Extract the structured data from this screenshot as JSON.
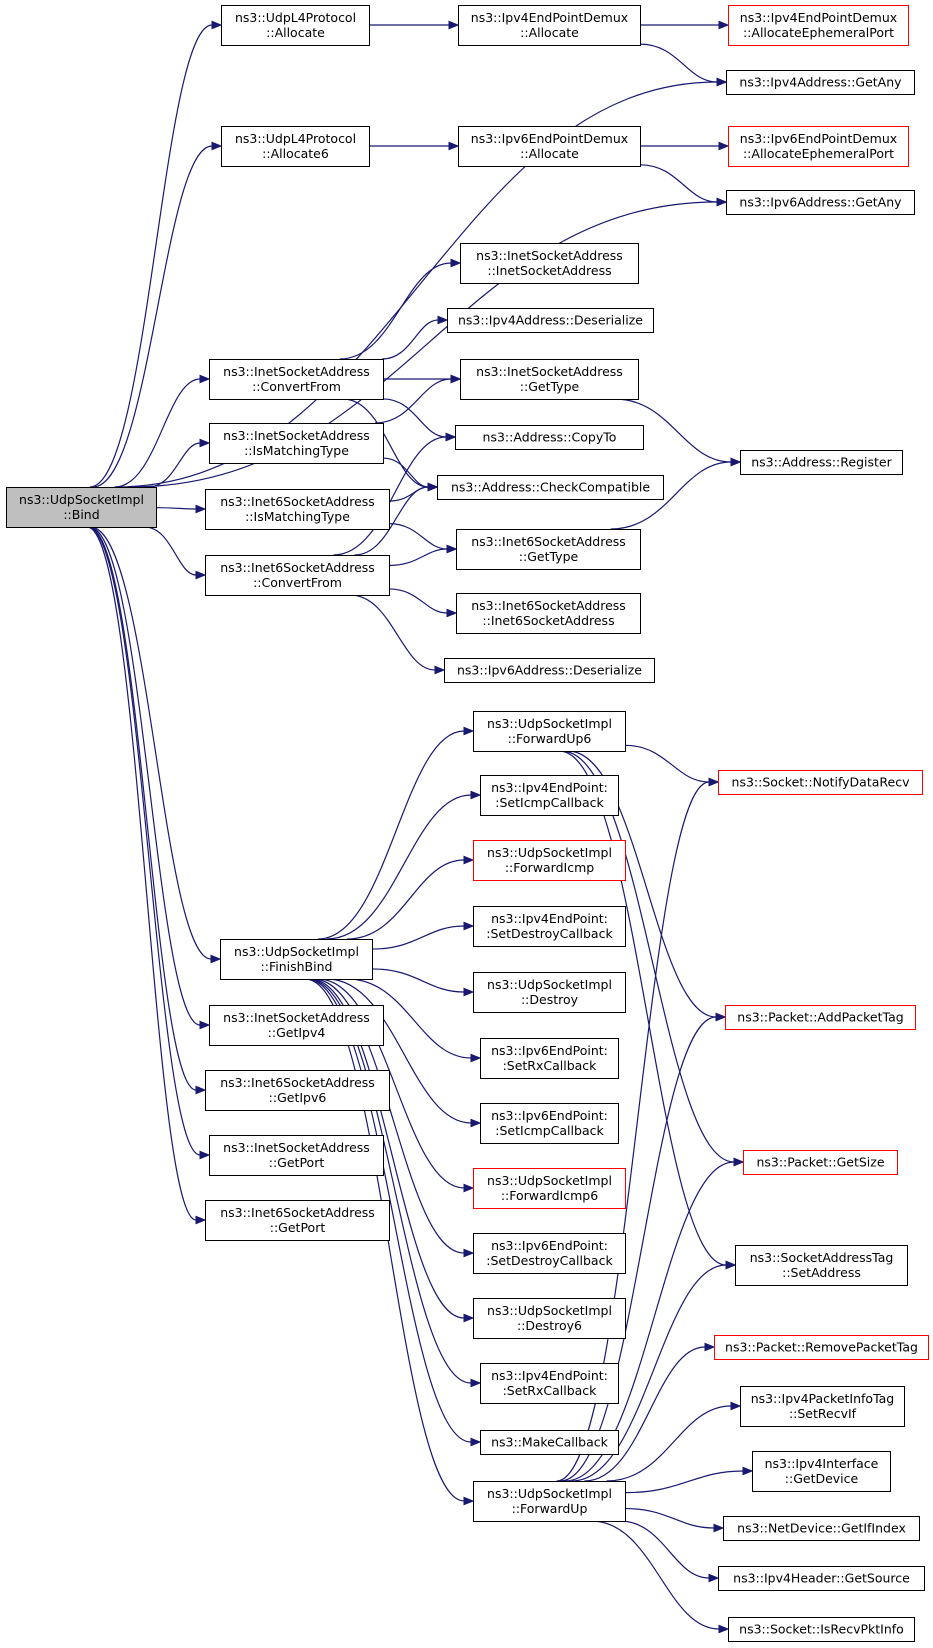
{
  "graph": {
    "colors": {
      "edge": "#191970",
      "node_border": "#000000",
      "incomplete_border": "#ff0000",
      "root_fill": "#bfbfbf"
    },
    "nodes": [
      {
        "id": "bind",
        "lines": [
          "ns3::UdpSocketImpl",
          "::Bind"
        ],
        "root": true
      },
      {
        "id": "udpAlloc",
        "lines": [
          "ns3::UdpL4Protocol",
          "::Allocate"
        ]
      },
      {
        "id": "udpAlloc6",
        "lines": [
          "ns3::UdpL4Protocol",
          "::Allocate6"
        ]
      },
      {
        "id": "ipv4Demux",
        "lines": [
          "ns3::Ipv4EndPointDemux",
          "::Allocate"
        ]
      },
      {
        "id": "ipv6Demux",
        "lines": [
          "ns3::Ipv6EndPointDemux",
          "::Allocate"
        ]
      },
      {
        "id": "ipv4Eph",
        "lines": [
          "ns3::Ipv4EndPointDemux",
          "::AllocateEphemeralPort"
        ],
        "red": true
      },
      {
        "id": "ipv6Eph",
        "lines": [
          "ns3::Ipv6EndPointDemux",
          "::AllocateEphemeralPort"
        ],
        "red": true
      },
      {
        "id": "ipv4Any",
        "lines": [
          "ns3::Ipv4Address::GetAny"
        ]
      },
      {
        "id": "ipv6Any",
        "lines": [
          "ns3::Ipv6Address::GetAny"
        ]
      },
      {
        "id": "inetCtor",
        "lines": [
          "ns3::InetSocketAddress",
          "::InetSocketAddress"
        ]
      },
      {
        "id": "ipv4Deser",
        "lines": [
          "ns3::Ipv4Address::Deserialize"
        ]
      },
      {
        "id": "inetConv",
        "lines": [
          "ns3::InetSocketAddress",
          "::ConvertFrom"
        ]
      },
      {
        "id": "inetGetType",
        "lines": [
          "ns3::InetSocketAddress",
          "::GetType"
        ]
      },
      {
        "id": "inetMatch",
        "lines": [
          "ns3::InetSocketAddress",
          "::IsMatchingType"
        ]
      },
      {
        "id": "copyTo",
        "lines": [
          "ns3::Address::CopyTo"
        ]
      },
      {
        "id": "addrReg",
        "lines": [
          "ns3::Address::Register"
        ]
      },
      {
        "id": "inet6Match",
        "lines": [
          "ns3::Inet6SocketAddress",
          "::IsMatchingType"
        ]
      },
      {
        "id": "checkCompat",
        "lines": [
          "ns3::Address::CheckCompatible"
        ]
      },
      {
        "id": "inet6Conv",
        "lines": [
          "ns3::Inet6SocketAddress",
          "::ConvertFrom"
        ]
      },
      {
        "id": "inet6GetType",
        "lines": [
          "ns3::Inet6SocketAddress",
          "::GetType"
        ]
      },
      {
        "id": "inet6Ctor",
        "lines": [
          "ns3::Inet6SocketAddress",
          "::Inet6SocketAddress"
        ]
      },
      {
        "id": "ipv6Deser",
        "lines": [
          "ns3::Ipv6Address::Deserialize"
        ]
      },
      {
        "id": "fwdUp6",
        "lines": [
          "ns3::UdpSocketImpl",
          "::ForwardUp6"
        ]
      },
      {
        "id": "notify",
        "lines": [
          "ns3::Socket::NotifyDataRecv"
        ],
        "red": true
      },
      {
        "id": "ipv4EpIcmp",
        "lines": [
          "ns3::Ipv4EndPoint:",
          ":SetIcmpCallback"
        ]
      },
      {
        "id": "fwdIcmp",
        "lines": [
          "ns3::UdpSocketImpl",
          "::ForwardIcmp"
        ],
        "red": true
      },
      {
        "id": "ipv4EpDestroy",
        "lines": [
          "ns3::Ipv4EndPoint:",
          ":SetDestroyCallback"
        ]
      },
      {
        "id": "finishBind",
        "lines": [
          "ns3::UdpSocketImpl",
          "::FinishBind"
        ]
      },
      {
        "id": "destroy",
        "lines": [
          "ns3::UdpSocketImpl",
          "::Destroy"
        ]
      },
      {
        "id": "addTag",
        "lines": [
          "ns3::Packet::AddPacketTag"
        ],
        "red": true
      },
      {
        "id": "getIpv4",
        "lines": [
          "ns3::InetSocketAddress",
          "::GetIpv4"
        ]
      },
      {
        "id": "ipv6EpRx",
        "lines": [
          "ns3::Ipv6EndPoint:",
          ":SetRxCallback"
        ]
      },
      {
        "id": "getIpv6",
        "lines": [
          "ns3::Inet6SocketAddress",
          "::GetIpv6"
        ]
      },
      {
        "id": "ipv6EpIcmp",
        "lines": [
          "ns3::Ipv6EndPoint:",
          ":SetIcmpCallback"
        ]
      },
      {
        "id": "getPort",
        "lines": [
          "ns3::InetSocketAddress",
          "::GetPort"
        ]
      },
      {
        "id": "getSize",
        "lines": [
          "ns3::Packet::GetSize"
        ],
        "red": true
      },
      {
        "id": "fwdIcmp6",
        "lines": [
          "ns3::UdpSocketImpl",
          "::ForwardIcmp6"
        ],
        "red": true
      },
      {
        "id": "get6Port",
        "lines": [
          "ns3::Inet6SocketAddress",
          "::GetPort"
        ]
      },
      {
        "id": "ipv6EpDestroy",
        "lines": [
          "ns3::Ipv6EndPoint:",
          ":SetDestroyCallback"
        ]
      },
      {
        "id": "sockAddrTag",
        "lines": [
          "ns3::SocketAddressTag",
          "::SetAddress"
        ]
      },
      {
        "id": "destroy6",
        "lines": [
          "ns3::UdpSocketImpl",
          "::Destroy6"
        ]
      },
      {
        "id": "removeTag",
        "lines": [
          "ns3::Packet::RemovePacketTag"
        ],
        "red": true
      },
      {
        "id": "ipv4EpRx",
        "lines": [
          "ns3::Ipv4EndPoint:",
          ":SetRxCallback"
        ]
      },
      {
        "id": "pktInfo",
        "lines": [
          "ns3::Ipv4PacketInfoTag",
          "::SetRecvIf"
        ]
      },
      {
        "id": "makeCb",
        "lines": [
          "ns3::MakeCallback"
        ]
      },
      {
        "id": "ipv4IfDev",
        "lines": [
          "ns3::Ipv4Interface",
          "::GetDevice"
        ]
      },
      {
        "id": "fwdUp",
        "lines": [
          "ns3::UdpSocketImpl",
          "::ForwardUp"
        ]
      },
      {
        "id": "ifIndex",
        "lines": [
          "ns3::NetDevice::GetIfIndex"
        ]
      },
      {
        "id": "getSource",
        "lines": [
          "ns3::Ipv4Header::GetSource"
        ]
      },
      {
        "id": "recvPkt",
        "lines": [
          "ns3::Socket::IsRecvPktInfo"
        ]
      }
    ],
    "edges": [
      [
        "bind",
        "udpAlloc"
      ],
      [
        "bind",
        "udpAlloc6"
      ],
      [
        "bind",
        "ipv4Any"
      ],
      [
        "bind",
        "ipv6Any"
      ],
      [
        "bind",
        "inetConv"
      ],
      [
        "bind",
        "inetMatch"
      ],
      [
        "bind",
        "inet6Match"
      ],
      [
        "bind",
        "inet6Conv"
      ],
      [
        "bind",
        "finishBind"
      ],
      [
        "bind",
        "getIpv4"
      ],
      [
        "bind",
        "getIpv6"
      ],
      [
        "bind",
        "getPort"
      ],
      [
        "bind",
        "get6Port"
      ],
      [
        "udpAlloc",
        "ipv4Demux"
      ],
      [
        "ipv4Demux",
        "ipv4Eph"
      ],
      [
        "ipv4Demux",
        "ipv4Any"
      ],
      [
        "udpAlloc6",
        "ipv6Demux"
      ],
      [
        "ipv6Demux",
        "ipv6Eph"
      ],
      [
        "ipv6Demux",
        "ipv6Any"
      ],
      [
        "inetConv",
        "inetCtor"
      ],
      [
        "inetConv",
        "ipv4Deser"
      ],
      [
        "inetConv",
        "inetGetType"
      ],
      [
        "inetConv",
        "copyTo"
      ],
      [
        "inetConv",
        "checkCompat"
      ],
      [
        "inetMatch",
        "inetGetType"
      ],
      [
        "inetMatch",
        "checkCompat"
      ],
      [
        "inetGetType",
        "addrReg"
      ],
      [
        "inet6Match",
        "checkCompat"
      ],
      [
        "inet6Match",
        "inet6GetType"
      ],
      [
        "inet6Conv",
        "copyTo"
      ],
      [
        "inet6Conv",
        "checkCompat"
      ],
      [
        "inet6Conv",
        "inet6GetType"
      ],
      [
        "inet6Conv",
        "inet6Ctor"
      ],
      [
        "inet6Conv",
        "ipv6Deser"
      ],
      [
        "inet6GetType",
        "addrReg"
      ],
      [
        "finishBind",
        "fwdUp6"
      ],
      [
        "finishBind",
        "ipv4EpIcmp"
      ],
      [
        "finishBind",
        "fwdIcmp"
      ],
      [
        "finishBind",
        "ipv4EpDestroy"
      ],
      [
        "finishBind",
        "destroy"
      ],
      [
        "finishBind",
        "ipv6EpRx"
      ],
      [
        "finishBind",
        "ipv6EpIcmp"
      ],
      [
        "finishBind",
        "fwdIcmp6"
      ],
      [
        "finishBind",
        "ipv6EpDestroy"
      ],
      [
        "finishBind",
        "destroy6"
      ],
      [
        "finishBind",
        "ipv4EpRx"
      ],
      [
        "finishBind",
        "makeCb"
      ],
      [
        "finishBind",
        "fwdUp"
      ],
      [
        "fwdUp6",
        "notify"
      ],
      [
        "fwdUp6",
        "addTag"
      ],
      [
        "fwdUp6",
        "getSize"
      ],
      [
        "fwdUp6",
        "sockAddrTag"
      ],
      [
        "fwdUp",
        "notify"
      ],
      [
        "fwdUp",
        "addTag"
      ],
      [
        "fwdUp",
        "getSize"
      ],
      [
        "fwdUp",
        "sockAddrTag"
      ],
      [
        "fwdUp",
        "removeTag"
      ],
      [
        "fwdUp",
        "pktInfo"
      ],
      [
        "fwdUp",
        "ipv4IfDev"
      ],
      [
        "fwdUp",
        "ifIndex"
      ],
      [
        "fwdUp",
        "getSource"
      ],
      [
        "fwdUp",
        "recvPkt"
      ]
    ]
  }
}
